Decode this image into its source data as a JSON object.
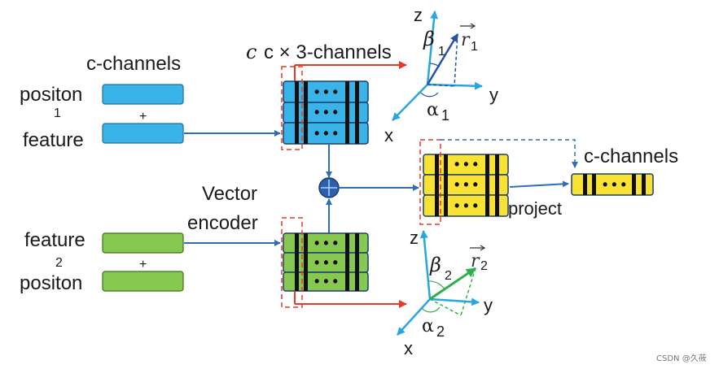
{
  "labels": {
    "c_channels_top": "c-channels",
    "c_times_3": "c × 3-channels",
    "c_channels_right": "c-channels",
    "vector_encoder_line1": "Vector",
    "vector_encoder_line2": "encoder",
    "project": "project"
  },
  "input1": {
    "position": "positon",
    "plus": "+",
    "index": "1",
    "feature": "feature"
  },
  "input2": {
    "feature": "feature",
    "index": "2",
    "plus": "+",
    "position": "positon"
  },
  "axes1": {
    "z": "z",
    "y": "y",
    "x": "x",
    "beta": "β",
    "beta_sub": "1",
    "alpha": "α",
    "alpha_sub": "1",
    "vec": "r",
    "vec_sub": "1"
  },
  "axes2": {
    "z": "z",
    "y": "y",
    "x": "x",
    "beta": "β",
    "beta_sub": "2",
    "alpha": "α",
    "alpha_sub": "2",
    "vec": "r",
    "vec_sub": "2"
  },
  "grid": {
    "dots": "• • •"
  },
  "watermark": "CSDN @久莜",
  "colors": {
    "blue": "#3ab4e8",
    "green": "#86c850",
    "yellow": "#f8e234",
    "flow_arrow": "#2f6db5",
    "red_arrow": "#e83a2a",
    "axis_blue": "#29a6e0",
    "vec_blue": "#2553a8",
    "vec_green": "#2eb04a",
    "adder": "#2c5fae"
  }
}
